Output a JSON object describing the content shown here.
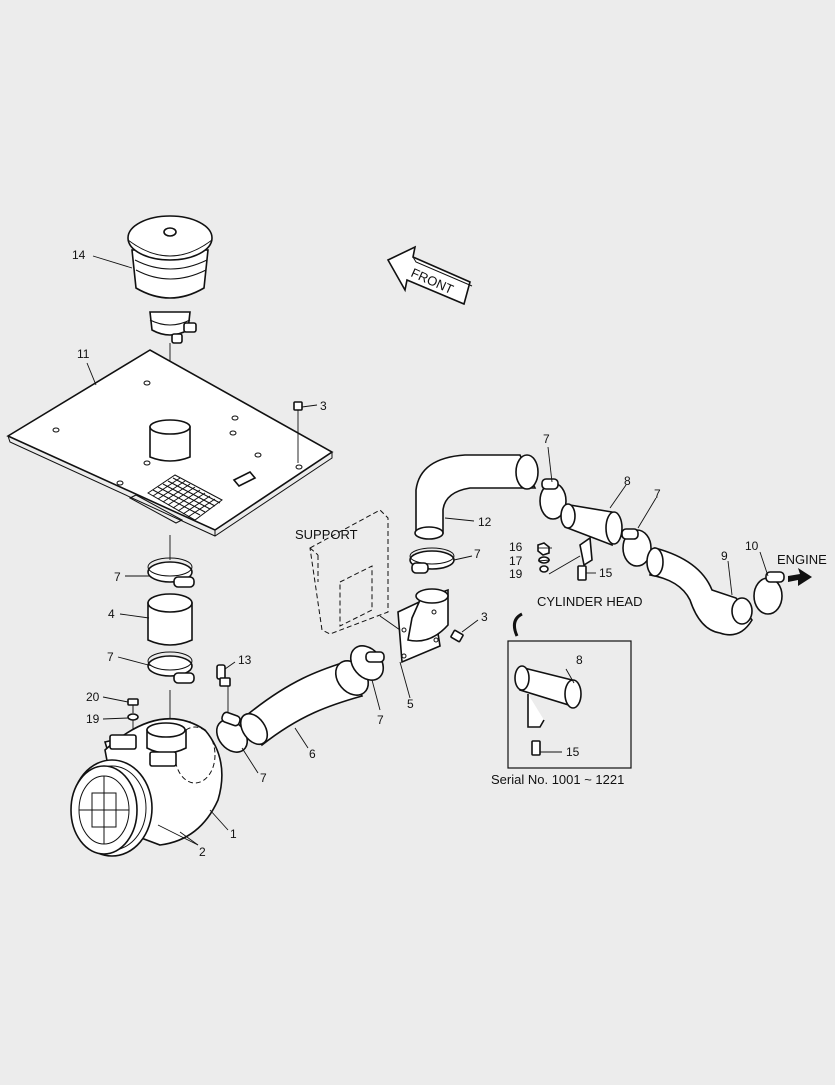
{
  "labels": {
    "front": "FRONT",
    "support": "SUPPORT",
    "engine": "ENGINE",
    "cylinder_head": "CYLINDER HEAD",
    "serial": "Serial No. 1001 ~ 1221"
  },
  "callouts": {
    "c14": "14",
    "c11": "11",
    "c3a": "3",
    "c7a": "7",
    "c4": "4",
    "c7b": "7",
    "c13": "13",
    "c20": "20",
    "c19a": "19",
    "c2": "2",
    "c1": "1",
    "c6": "6",
    "c7c": "7",
    "c7d": "7",
    "c5": "5",
    "c3b": "3",
    "c7e": "7",
    "c12": "12",
    "c7f": "7",
    "c8a": "8",
    "c7g": "7",
    "c16": "16",
    "c17": "17",
    "c19b": "19",
    "c15a": "15",
    "c9": "9",
    "c10": "10",
    "c8b": "8",
    "c15b": "15"
  }
}
